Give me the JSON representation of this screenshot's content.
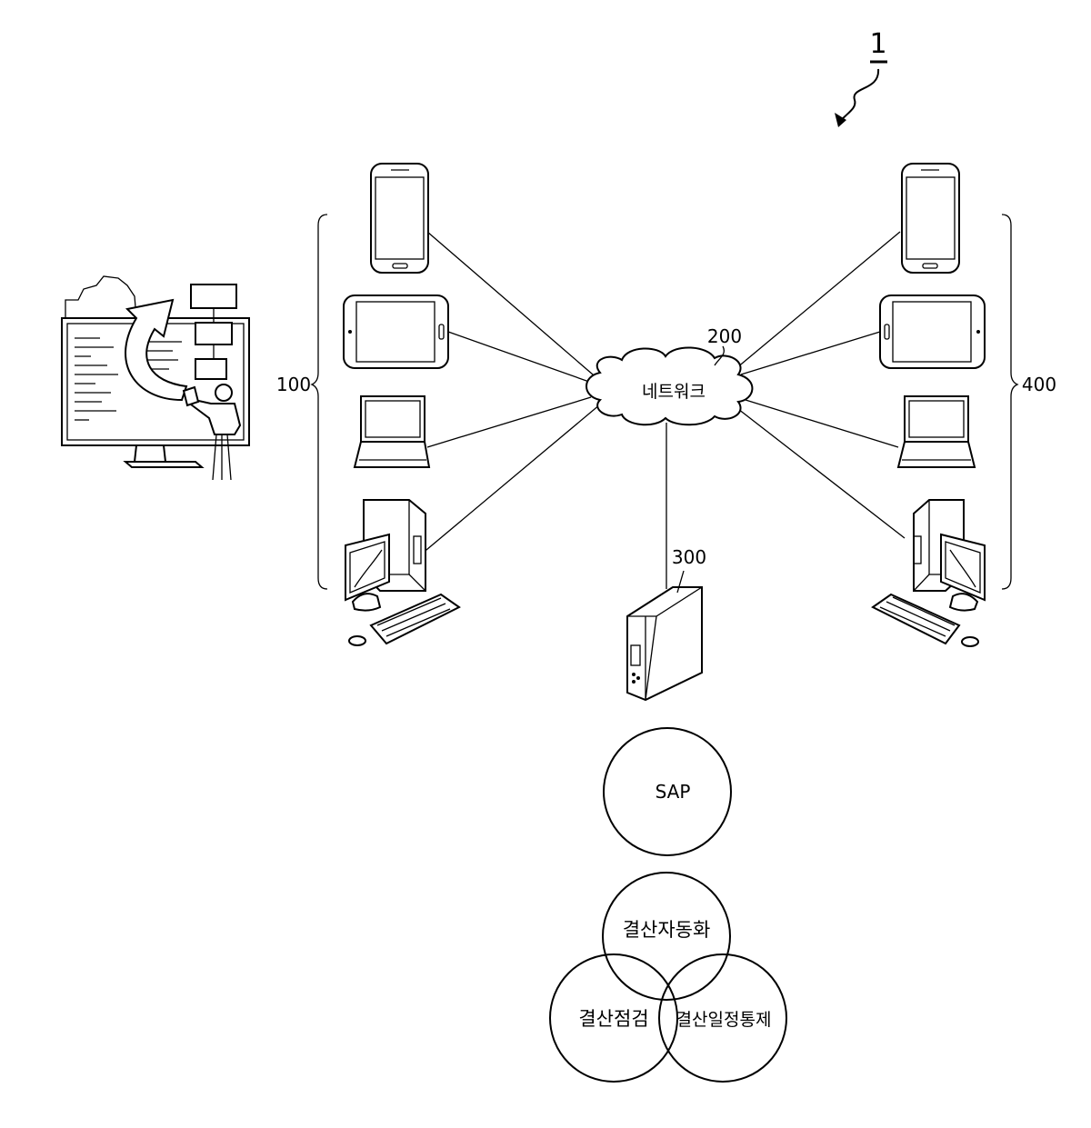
{
  "figure_label": "1",
  "groups": {
    "left_ref": "100",
    "right_ref": "400"
  },
  "network": {
    "ref": "200",
    "label": "네트워크"
  },
  "server": {
    "ref": "300"
  },
  "sap": {
    "label": "SAP"
  },
  "venn": {
    "top": "결산자동화",
    "left": "결산점검",
    "right": "결산일정통제"
  }
}
